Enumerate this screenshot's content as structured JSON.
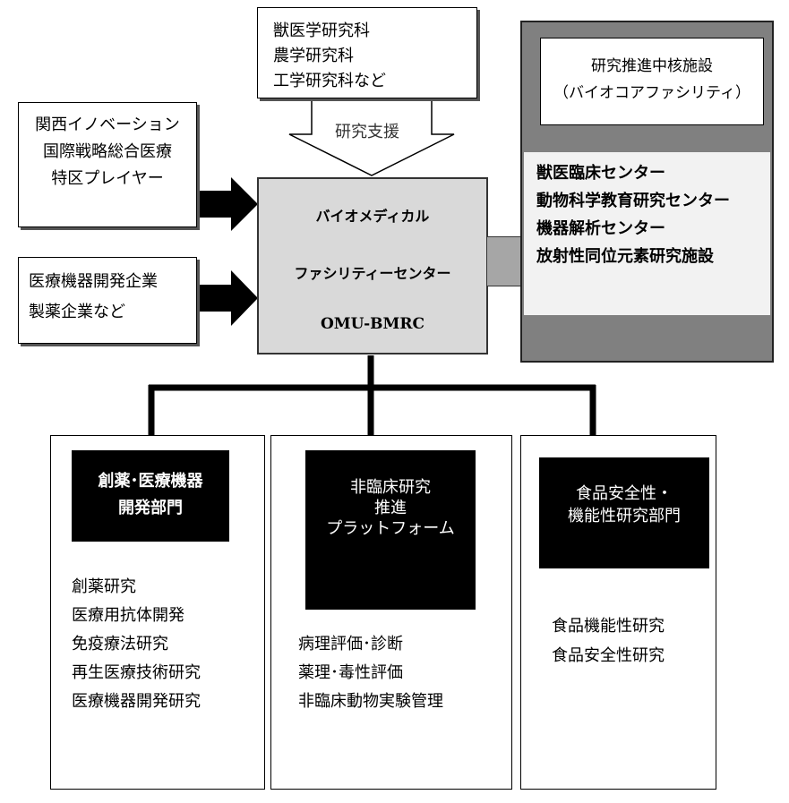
{
  "support": {
    "lines": [
      "獣医学研究科",
      "農学研究科",
      "工学研究科など"
    ],
    "arrow_label": "研究支援"
  },
  "kansai": {
    "lines": [
      "関西イノベーション",
      "国際戦略総合医療",
      "特区プレイヤー"
    ]
  },
  "companies": {
    "lines": [
      "医療機器開発企業",
      "製薬企業など"
    ]
  },
  "center": {
    "name_line1": "バイオメディカル",
    "name_line2": "ファシリティーセンター",
    "abbr": "OMU-BMRC"
  },
  "core": {
    "title_lines": [
      "研究推進中核施設",
      "（バイオコアファシリティ）"
    ],
    "facilities": [
      "獣医臨床センター",
      "動物科学教育研究センター",
      "機器解析センター",
      "放射性同位元素研究施設"
    ]
  },
  "departments": [
    {
      "head_lines": [
        "創薬･医療機器",
        "開発部門"
      ],
      "items": [
        "創薬研究",
        "医療用抗体開発",
        "免疫療法研究",
        "再生医療技術研究",
        "医療機器開発研究"
      ]
    },
    {
      "head_lines": [
        "非臨床研究",
        "推進",
        "プラットフォーム"
      ],
      "items": [
        "病理評価･診断",
        "薬理･毒性評価",
        "非臨床動物実験管理"
      ]
    },
    {
      "head_lines": [
        "食品安全性・",
        "機能性研究部門"
      ],
      "items": [
        "食品機能性研究",
        "食品安全性研究"
      ]
    }
  ],
  "colors": {
    "center_fill": "#d9d9d9",
    "core_fill": "#808080",
    "core_list_fill": "#f2f2f2",
    "connector_fill": "#a6a6a6",
    "head_fill": "#000000"
  }
}
